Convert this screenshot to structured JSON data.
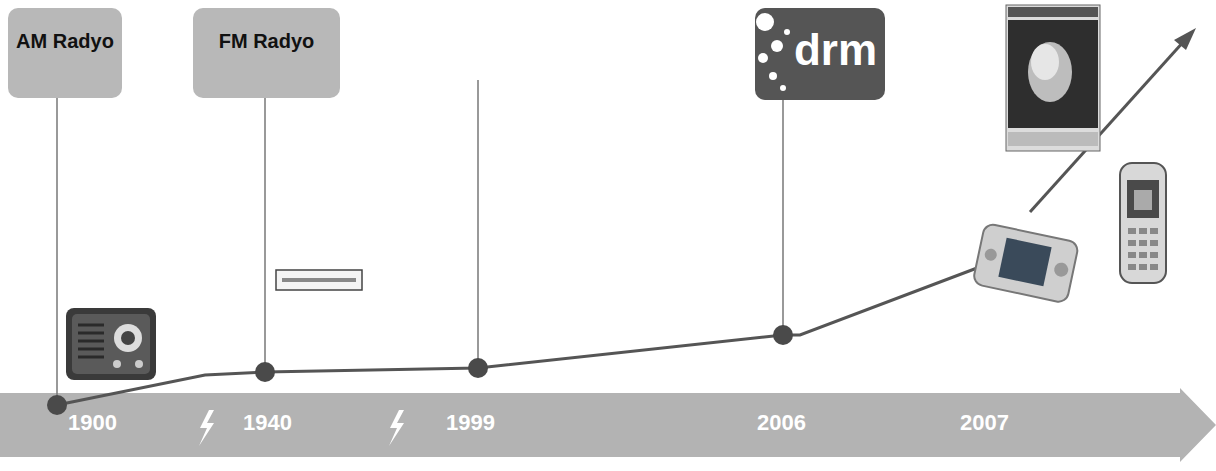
{
  "diagram": {
    "nodes": [
      {
        "text": [
          "AM Radyo"
        ]
      },
      {
        "text": [
          "FM Radyo"
        ]
      },
      {
        "text": [
          "drm"
        ]
      }
    ],
    "labels": [
      "1900",
      "1940",
      "1999",
      "2006",
      "2007"
    ]
  }
}
